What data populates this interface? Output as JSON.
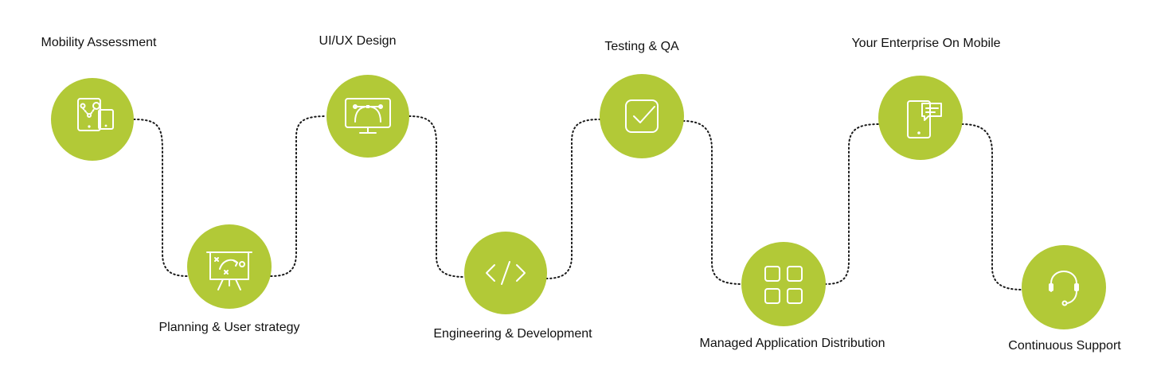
{
  "accent_color": "#b2c937",
  "steps": [
    {
      "label": "Mobility Assessment",
      "icon": "mobile-devices-icon"
    },
    {
      "label": "Planning & User strategy",
      "icon": "strategy-board-icon"
    },
    {
      "label": "UI/UX Design",
      "icon": "design-monitor-icon"
    },
    {
      "label": "Engineering & Development",
      "icon": "code-brackets-icon"
    },
    {
      "label": "Testing & QA",
      "icon": "checkbox-icon"
    },
    {
      "label": "Managed Application Distribution",
      "icon": "app-grid-icon"
    },
    {
      "label": "Your Enterprise On Mobile",
      "icon": "mobile-chat-icon"
    },
    {
      "label": "Continuous Support",
      "icon": "headset-icon"
    }
  ]
}
